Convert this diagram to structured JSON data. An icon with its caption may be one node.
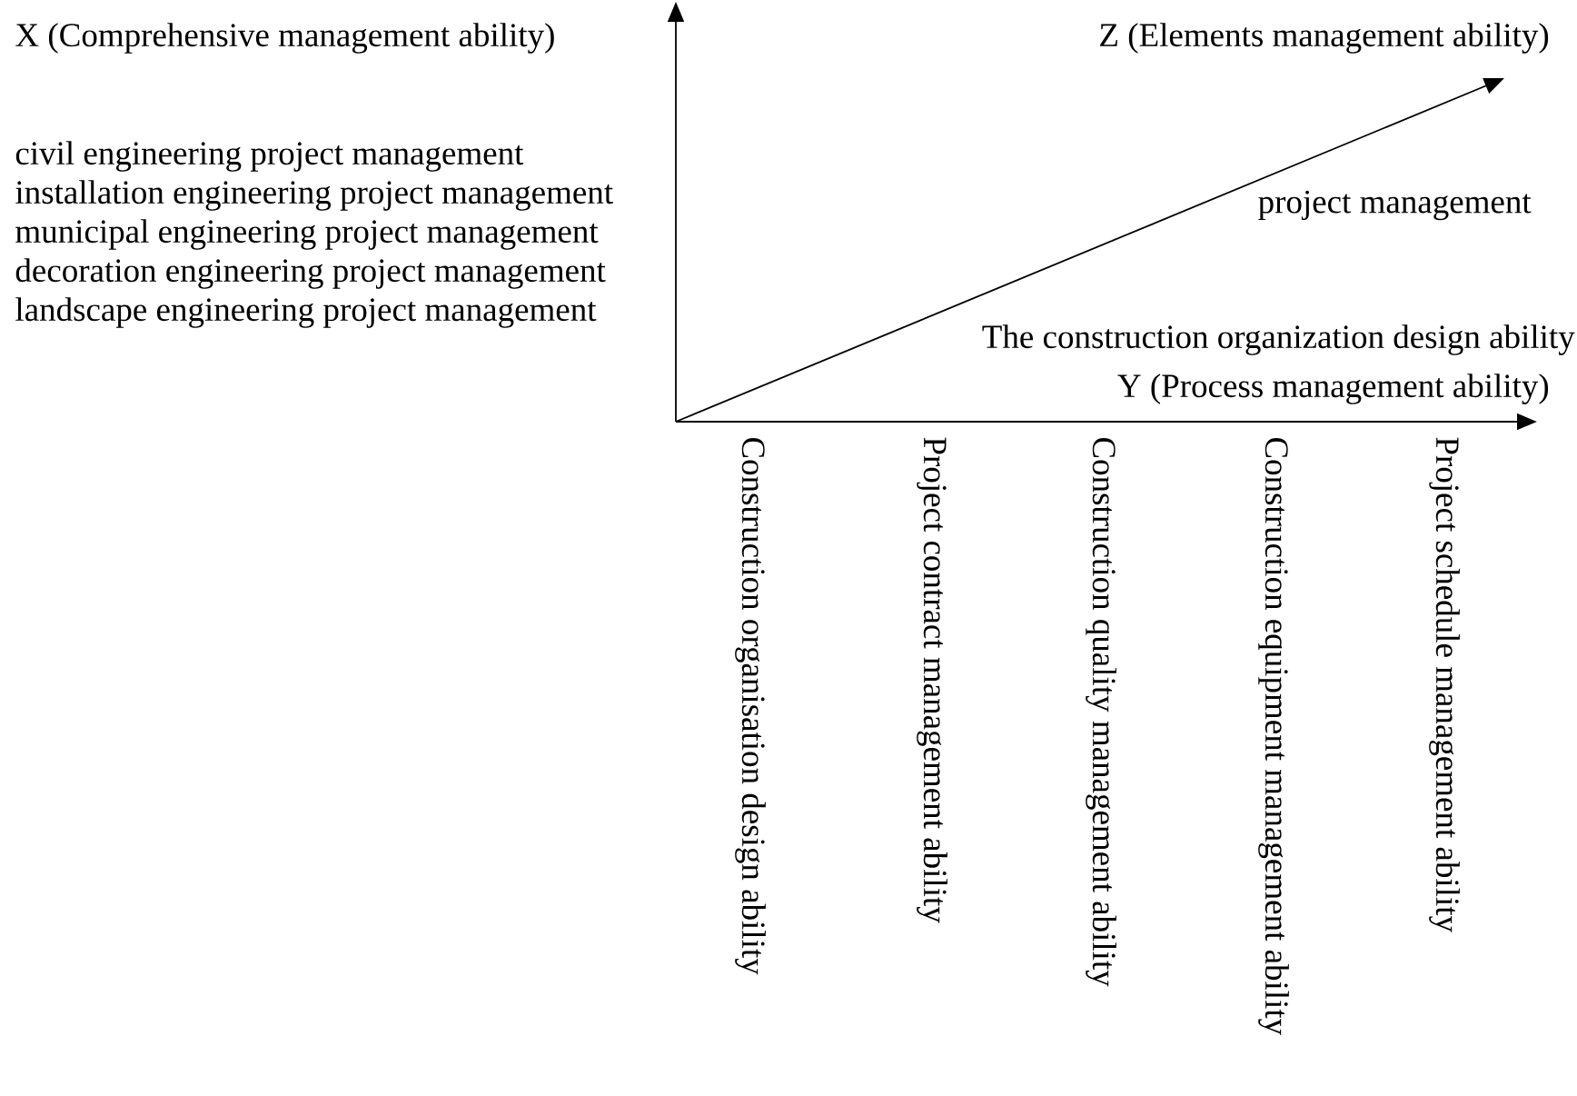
{
  "diagram": {
    "labels": [
      "X (Comprehensive management ability)",
      "civil engineering project management",
      "installation engineering project management",
      "municipal engineering project management",
      "decoration engineering project management",
      "landscape engineering project management",
      "Z (Elements management ability)",
      "project management",
      "The construction organization design ability",
      "Y (Process management ability)",
      "Construction organisation design ability",
      "Project contract management ability",
      "Construction quality management ability",
      "Construction equipment management ability",
      "Project schedule management ability"
    ]
  }
}
